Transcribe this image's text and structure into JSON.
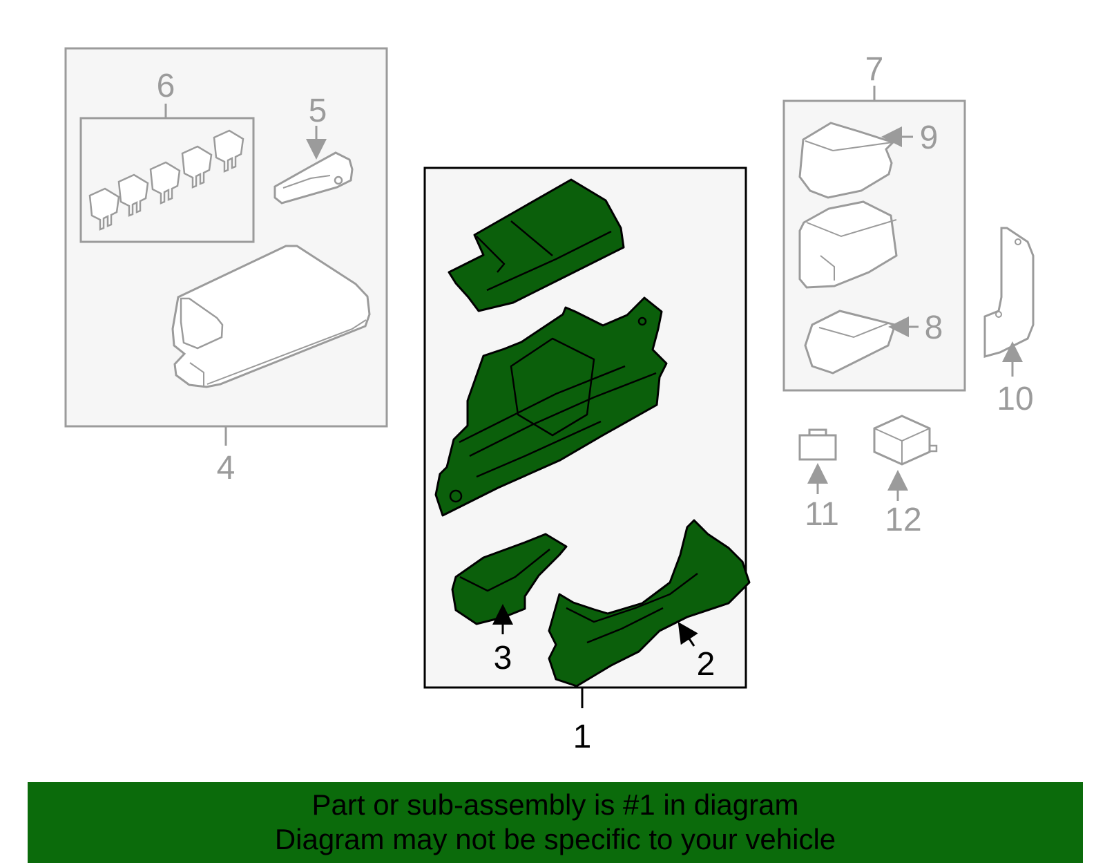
{
  "callouts": {
    "c1": "1",
    "c2": "2",
    "c3": "3",
    "c4": "4",
    "c5": "5",
    "c6": "6",
    "c7": "7",
    "c8": "8",
    "c9": "9",
    "c10": "10",
    "c11": "11",
    "c12": "12"
  },
  "banner": {
    "line1": "Part or sub-assembly is #1 in diagram",
    "line2": "Diagram may not be specific to your vehicle"
  },
  "colors": {
    "highlight_part_fill": "#0b5f0b",
    "banner_background": "#0b6b0b",
    "group_box_fill": "#f6f6f6",
    "unhighlighted_line": "#9b9b9b"
  }
}
